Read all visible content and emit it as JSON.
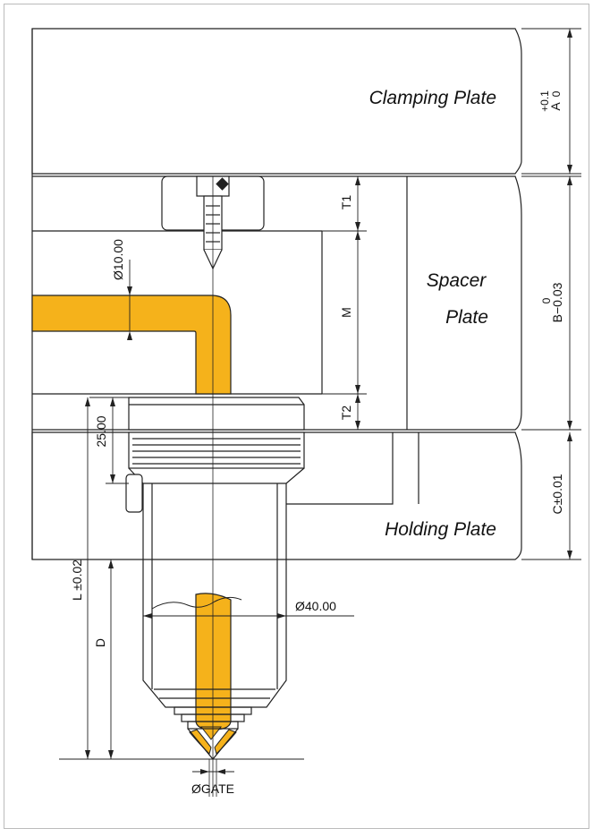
{
  "labels": {
    "clamping_plate": "Clamping Plate",
    "spacer_plate_line1": "Spacer",
    "spacer_plate_line2": "Plate",
    "holding_plate": "Holding Plate"
  },
  "dimensions": {
    "a_tol": "A",
    "a_plus": "+0.1",
    "a_zero": "0",
    "b_tol": "B−0.03",
    "b_zero": "0",
    "c_tol": "C±0.01",
    "t1": "T1",
    "m": "M",
    "t2": "T2",
    "dia_runner": "Ø10.00",
    "dim_25": "25.00",
    "l_tol": "L ±0.02",
    "d": "D",
    "dia_body": "Ø40.00",
    "dia_gate": "ØGATE"
  },
  "colors": {
    "melt": "#F5B21B",
    "line": "#222222",
    "frame": "#bbbbbb"
  }
}
